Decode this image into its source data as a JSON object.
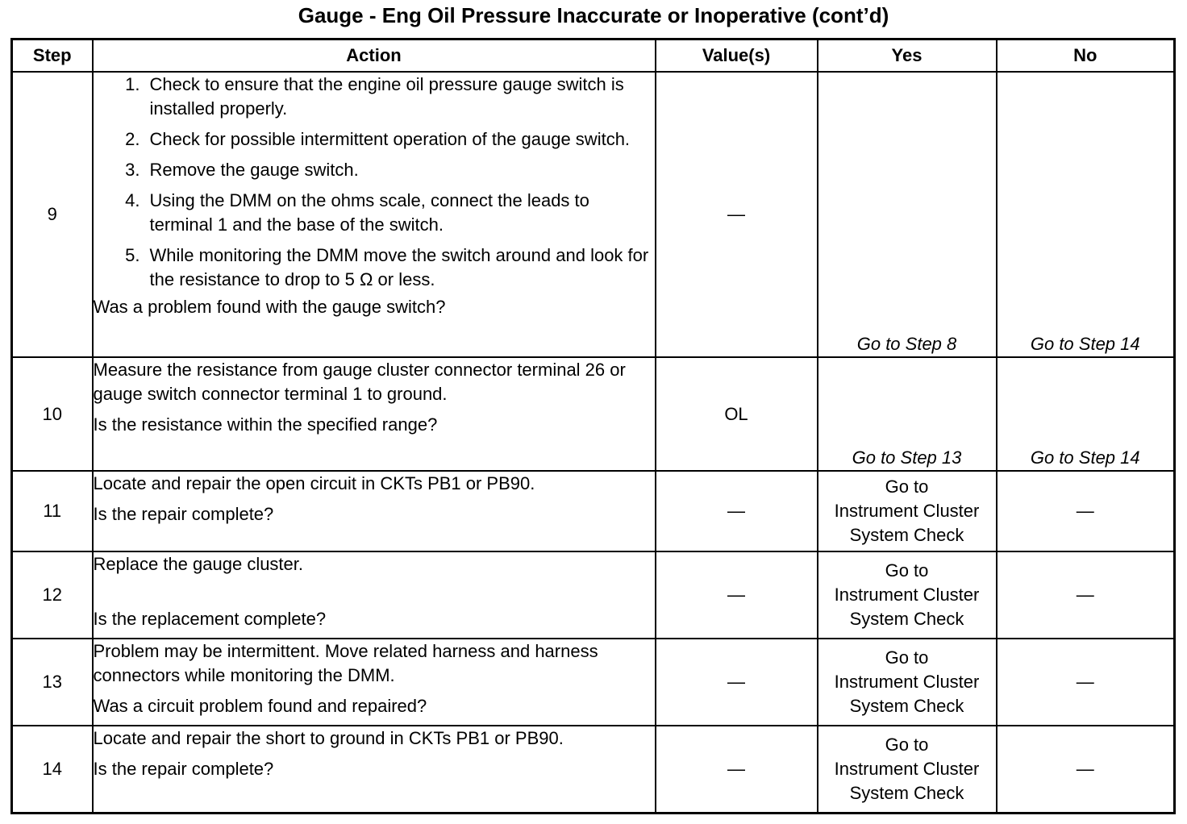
{
  "title": "Gauge - Eng Oil Pressure Inaccurate or Inoperative (cont’d)",
  "columns": {
    "step": "Step",
    "action": "Action",
    "values": "Value(s)",
    "yes": "Yes",
    "no": "No"
  },
  "rows": [
    {
      "step": "9",
      "list": [
        {
          "num": "1.",
          "text": "Check to ensure that the engine oil pressure gauge switch is installed properly."
        },
        {
          "num": "2.",
          "text": "Check for possible intermittent operation of the gauge switch."
        },
        {
          "num": "3.",
          "text": "Remove the gauge switch."
        },
        {
          "num": "4.",
          "text": "Using the DMM on the ohms scale, connect the leads to terminal 1 and the base of the switch."
        },
        {
          "num": "5.",
          "text": "While monitoring the DMM move the switch around and look for the resistance to drop to 5 Ω or less."
        }
      ],
      "question": "Was a problem found with the gauge switch?",
      "value": "—",
      "yes": "Go to Step 8",
      "no": "Go to Step 14"
    },
    {
      "step": "10",
      "text": "Measure the resistance from gauge cluster connector terminal 26 or gauge switch connector terminal 1 to ground.",
      "question": "Is the resistance within the specified range?",
      "value": "OL",
      "yes": "Go to Step 13",
      "no": "Go to Step 14"
    },
    {
      "step": "11",
      "text": "Locate and repair the open circuit in CKTs PB1 or PB90.",
      "question": "Is the repair complete?",
      "value": "—",
      "yes_lines": [
        "Go to",
        "Instrument Cluster",
        "System Check"
      ],
      "no": "—"
    },
    {
      "step": "12",
      "text": "Replace the gauge cluster.",
      "question": "Is the replacement complete?",
      "value": "—",
      "yes_lines": [
        "Go to",
        "Instrument Cluster",
        "System Check"
      ],
      "no": "—"
    },
    {
      "step": "13",
      "text": "Problem may be intermittent. Move related harness and harness connectors while monitoring the DMM.",
      "question": "Was a circuit problem found and repaired?",
      "value": "—",
      "yes_lines": [
        "Go to",
        "Instrument Cluster",
        "System Check"
      ],
      "no": "—"
    },
    {
      "step": "14",
      "text": "Locate and repair the short to ground in CKTs PB1 or PB90.",
      "question": "Is the repair complete?",
      "value": "—",
      "yes_lines": [
        "Go to",
        "Instrument Cluster",
        "System Check"
      ],
      "no": "—"
    }
  ]
}
